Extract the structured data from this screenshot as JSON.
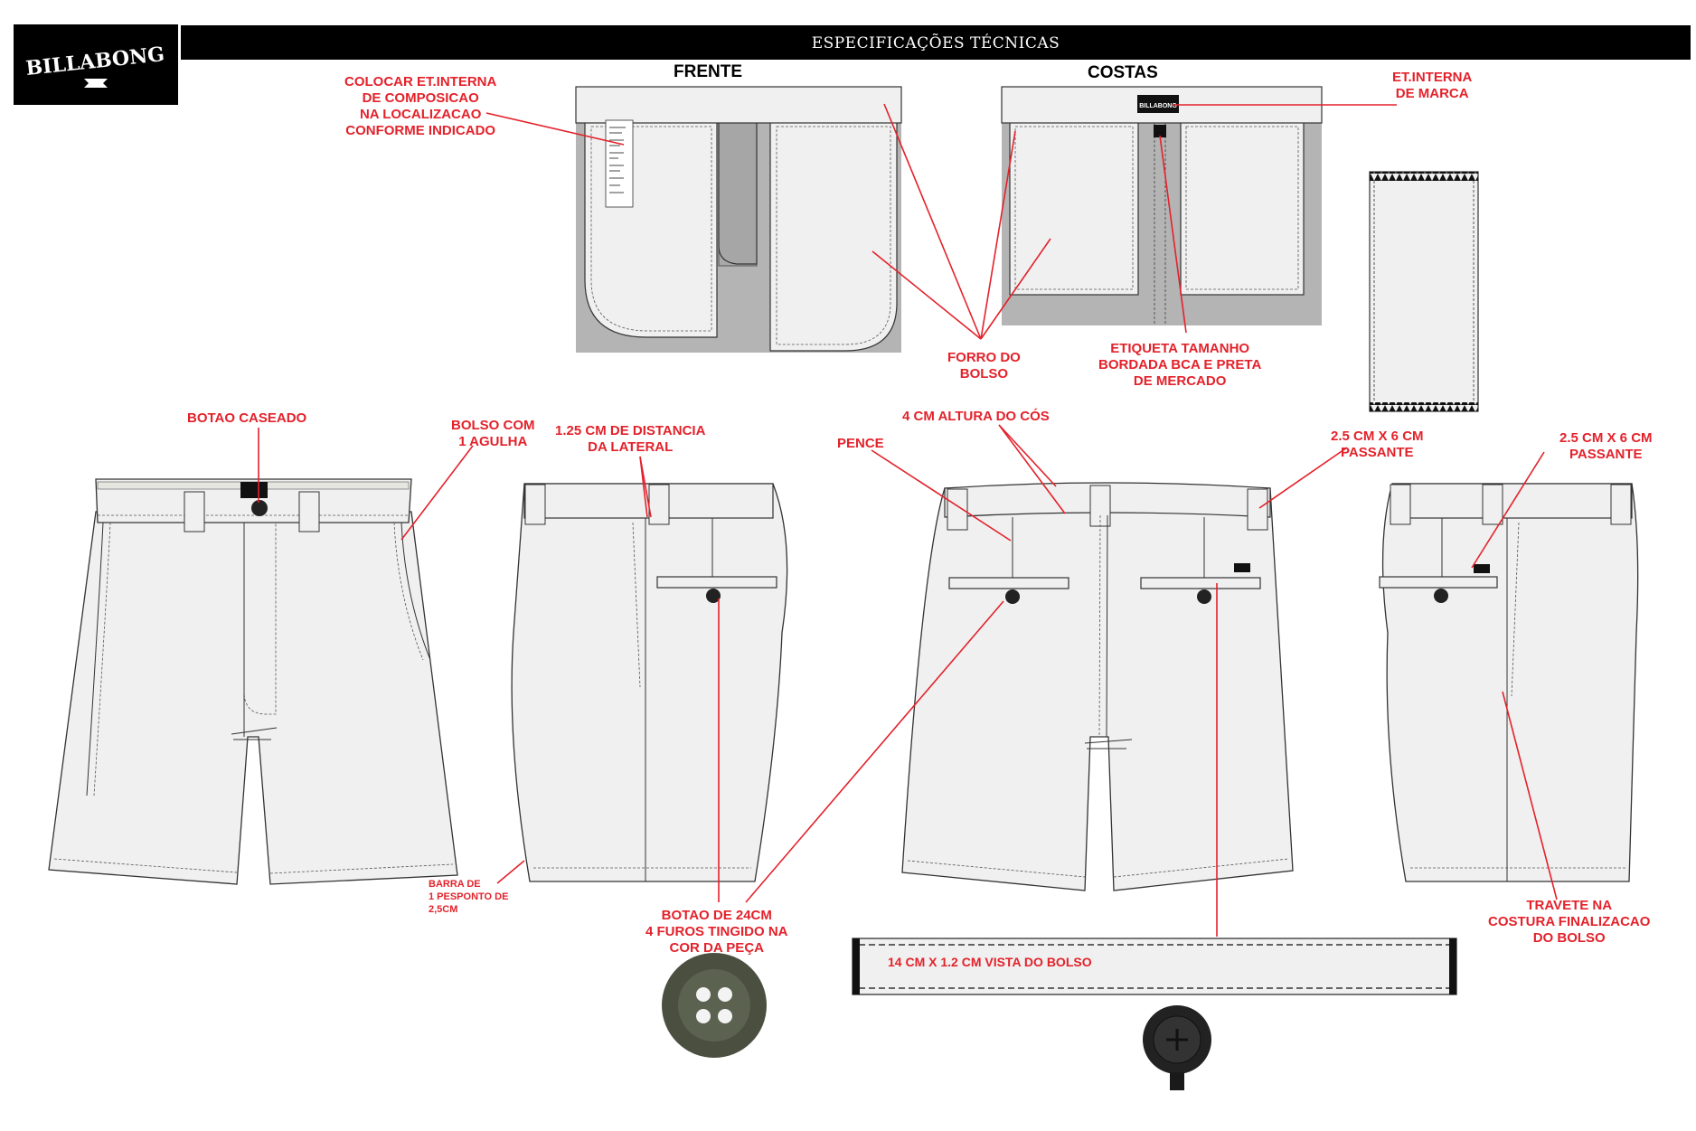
{
  "header": {
    "title": "ESPECIFICAÇÕES TÉCNICAS",
    "brand": "BILLABONG"
  },
  "views": {
    "front_label": "FRENTE",
    "back_label": "COSTAS"
  },
  "callouts": {
    "composition_label": "COLOCAR ET.INTERNA\nDE COMPOSICAO\nNA LOCALIZACAO\nCONFORME INDICADO",
    "brand_label": "ET.INTERNA\nDE MARCA",
    "pocket_lining": "FORRO DO\nBOLSO",
    "size_label": "ETIQUETA TAMANHO\nBORDADA BCA E PRETA\nDE MERCADO",
    "buttonhole": "BOTAO CASEADO",
    "pocket_needle": "BOLSO COM\n1 AGULHA",
    "side_distance": "1.25 CM DE DISTANCIA\nDA LATERAL",
    "waistband_height": "4 CM ALTURA DO CÓS",
    "dart": "PENCE",
    "belt_loop_1": "2.5 CM X 6 CM\nPASSANTE",
    "belt_loop_2": "2.5 CM X 6 CM\nPASSANTE",
    "hem": "BARRA DE\n1 PESPONTO DE\n2,5CM",
    "button_spec": "BOTAO DE 24CM\n4 FUROS TINGIDO NA\nCOR DA PEÇA",
    "pocket_facing": "14 CM X 1.2 CM VISTA DO BOLSO",
    "bartack": "TRAVETE NA\nCOSTURA FINALIZACAO\nDO BOLSO"
  },
  "colors": {
    "annotation_red": "#e3222b",
    "garment_fill": "#f0f0f0",
    "lining_gray": "#b4b4b4",
    "button_olive": "#4a4f3f",
    "outline": "#333333"
  }
}
